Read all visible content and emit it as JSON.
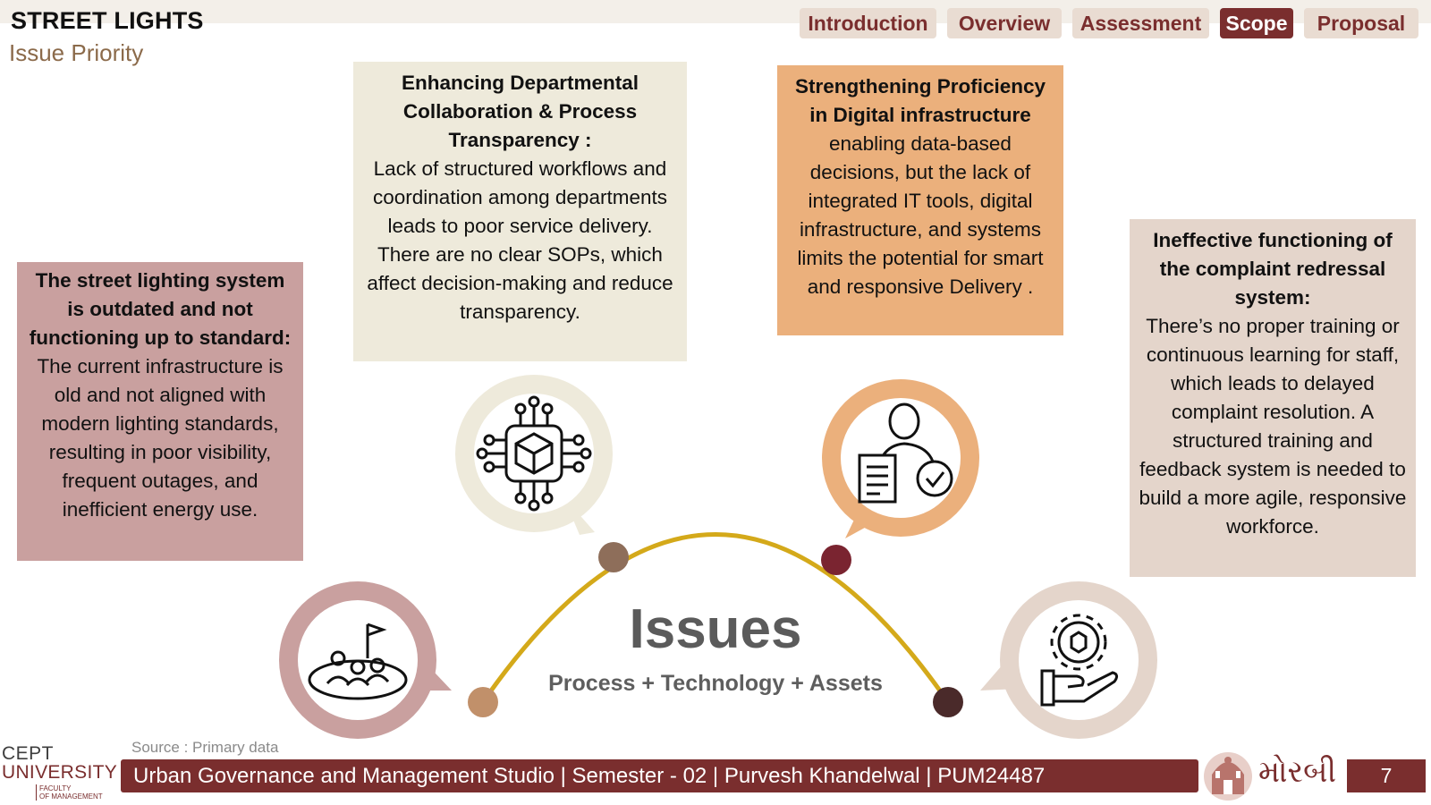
{
  "header": {
    "title": "STREET LIGHTS",
    "subtitle": "Issue Priority"
  },
  "nav": {
    "tabs": [
      {
        "label": "Introduction",
        "active": false
      },
      {
        "label": "Overview",
        "active": false
      },
      {
        "label": "Assessment",
        "active": false
      },
      {
        "label": "Scope",
        "active": true
      },
      {
        "label": "Proposal",
        "active": false
      }
    ]
  },
  "cards": {
    "street_lighting": {
      "heading": "The street lighting system is outdated and not functioning up to standard:",
      "body": "The current infrastructure is old and not aligned with modern lighting standards, resulting in poor visibility, frequent outages, and inefficient energy use."
    },
    "collaboration": {
      "heading": "Enhancing Departmental Collaboration & Process Transparency :",
      "body": "Lack of structured workflows and coordination among departments leads to poor service delivery. There are no clear SOPs, which affect decision-making and reduce transparency."
    },
    "digital": {
      "heading": "Strengthening Proficiency in Digital infrastructure",
      "body": "enabling data-based decisions, but the lack of integrated IT tools, digital infrastructure, and systems limits the potential for smart and responsive Delivery ."
    },
    "complaint": {
      "heading": "Ineffective functioning of the complaint redressal system:",
      "body": "There’s no proper training or continuous learning for staff, which leads to delayed complaint resolution. A structured training and feedback system is needed to build a more agile, responsive workforce."
    }
  },
  "center": {
    "title": "Issues",
    "subtitle": "Process + Technology + Assets"
  },
  "icons": [
    "team-goal-icon",
    "network-cube-icon",
    "user-document-check-icon",
    "hand-gear-icon"
  ],
  "colors": {
    "accent": "#7a2e2e",
    "arc": "#d4a91a",
    "red_card": "#c9a09f",
    "cream_card": "#eeeadb",
    "orange_card": "#ebb07c",
    "beige_card": "#e4d5cb"
  },
  "footer": {
    "source": "Source : Primary data",
    "text": "Urban Governance and Management Studio | Semester - 02 | Purvesh Khandelwal | PUM24487",
    "page": "7",
    "city": "મોરબી",
    "logo": {
      "line1": "CEPT",
      "line2": "UNIVERSITY",
      "line3": "FACULTY",
      "line4": "OF MANAGEMENT"
    }
  }
}
